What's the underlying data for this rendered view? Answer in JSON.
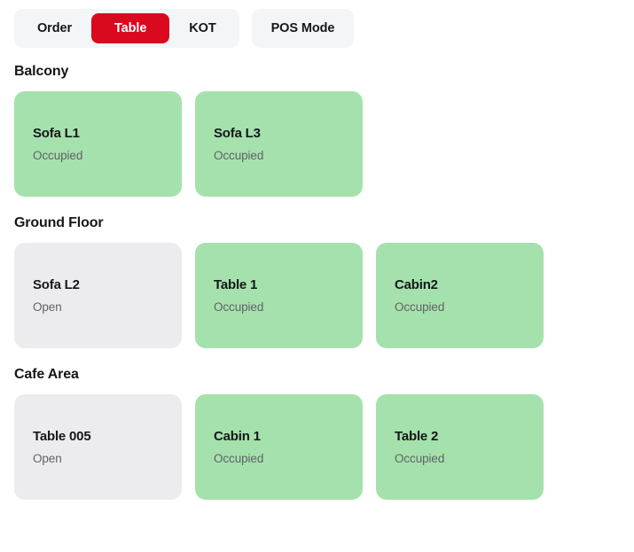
{
  "toolbar": {
    "mode_switch": {
      "options": [
        {
          "label": "Order",
          "active": false
        },
        {
          "label": "Table",
          "active": true
        },
        {
          "label": "KOT",
          "active": false
        }
      ]
    },
    "pos_mode_label": "POS Mode",
    "active_color": "#d90a1e",
    "group_bg": "#f4f5f7"
  },
  "status_colors": {
    "occupied_bg": "#a5e1ac",
    "open_bg": "#ececee",
    "name_text": "#15171a",
    "status_text": "#5f6368"
  },
  "sections": [
    {
      "title": "Balcony",
      "cards": [
        {
          "name": "Sofa L1",
          "status": "Occupied",
          "state": "occupied"
        },
        {
          "name": "Sofa L3",
          "status": "Occupied",
          "state": "occupied"
        }
      ]
    },
    {
      "title": "Ground Floor",
      "cards": [
        {
          "name": "Sofa L2",
          "status": "Open",
          "state": "open"
        },
        {
          "name": "Table 1",
          "status": "Occupied",
          "state": "occupied"
        },
        {
          "name": "Cabin2",
          "status": "Occupied",
          "state": "occupied"
        }
      ]
    },
    {
      "title": "Cafe Area",
      "cards": [
        {
          "name": "Table 005",
          "status": "Open",
          "state": "open"
        },
        {
          "name": "Cabin 1",
          "status": "Occupied",
          "state": "occupied"
        },
        {
          "name": "Table 2",
          "status": "Occupied",
          "state": "occupied"
        }
      ]
    }
  ]
}
